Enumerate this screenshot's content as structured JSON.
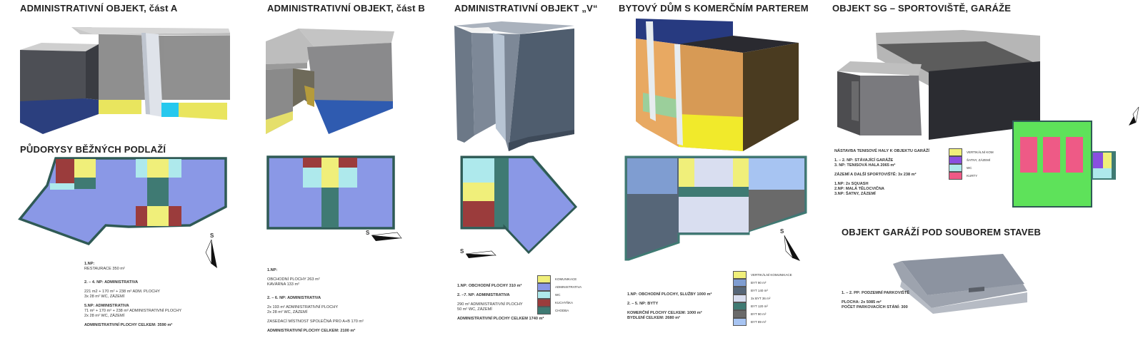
{
  "titles": {
    "a": "ADMINISTRATIVNÍ OBJEKT, část A",
    "b": "ADMINISTRATIVNÍ OBJEKT, část B",
    "v": "ADMINISTRATIVNÍ OBJEKT „V“",
    "bd": "BYTOVÝ DŮM S KOMERČNÍM PARTEREM",
    "sg": "OBJEKT SG – SPORTOVIŠTĚ, GARÁŽE",
    "floors": "PŮDORYSY BĚŽNÝCH PODLAŽÍ",
    "garage": "OBJEKT GARÁŽÍ POD SOUBOREM STAVEB"
  },
  "north": "S",
  "text_a": {
    "l1": "1.NP:",
    "l2": "RESTAURACE 350 m²",
    "l3": "2. – 4. NP: ADMINISTRATIVA",
    "l4": "221 m2 + 170 m² + 238 m² ADM. PLOCHY",
    "l5": "3x 28 m² WC, ZÁZEMÍ",
    "l6": "5.NP: ADMINISTRATIVA",
    "l7": "71 m² + 170 m² + 238 m² ADMINISTRATIVNÍ PLOCHY",
    "l8": "2x 28 m² WC, ZÁZEMÍ",
    "l9": "ADMINISTRATIVNÍ PLOCHY CELKEM: 3590 m²"
  },
  "text_b": {
    "l1": "1.NP:",
    "l2": "OBCHODNÍ PLOCHY 263 m²",
    "l3": "KAVÁRNA 133 m²",
    "l4": "2. – 6. NP: ADMINISTRATIVA",
    "l5": "2x 193 m² ADMINISTRATIVNÍ PLOCHY",
    "l6": "2x 28 m² WC, ZÁZEMÍ",
    "l7": "ZASEDACÍ MÍSTNOST SPOLEČNÁ PRO A+B 170 m²",
    "l8": "ADMINISTRATIVNÍ PLOCHY CELKEM: 2100 m²"
  },
  "text_v": {
    "l1": "1.NP: OBCHODNÍ PLOCHY 310 m²",
    "l2": "2. –7. NP: ADMINISTRATIVA",
    "l3": "290 m² ADMINISTRATIVNÍ PLOCHY",
    "l4": "50 m² WC, ZÁZEMÍ",
    "l5": "ADMINISTRATIVNÍ PLOCHY CELKEM 1740 m²"
  },
  "legend_v": [
    {
      "label": "KOMUNIKACE",
      "color": "#f0ef7a"
    },
    {
      "label": "ADMINISTRATIVA",
      "color": "#8a98e6"
    },
    {
      "label": "WC",
      "color": "#aee9ec"
    },
    {
      "label": "KUCHYŇKA",
      "color": "#9b3c3c"
    },
    {
      "label": "CHODBA",
      "color": "#3f7a73"
    }
  ],
  "text_bd": {
    "l1": "1.NP: OBCHODNÍ PLOCHY, SLUŽBY 1000 m²",
    "l2": "2. – 5. NP: BYTY",
    "l3": "KOMERČNÍ PLOCHY CELKEM: 1000 m²",
    "l4": "BYDLENÍ CELKEM: 2680 m²"
  },
  "legend_bd": [
    {
      "label": "VERTIKÁLNÍ KOMUNIKACE",
      "color": "#f0ef7a"
    },
    {
      "label": "BYT 90 m²",
      "color": "#7f9dd1"
    },
    {
      "label": "BYT 140 m²",
      "color": "#566678"
    },
    {
      "label": "3x BYT 36 m²",
      "color": "#d9def0"
    },
    {
      "label": "BYT 120 m²",
      "color": "#3f7a73"
    },
    {
      "label": "BYT 90 m²",
      "color": "#6a6a6a"
    },
    {
      "label": "BYT 89 m²",
      "color": "#a7c4f2"
    }
  ],
  "text_sg": {
    "l1": "NÁSTAVBA TENISOVÉ HALY K OBJEKTU GARÁŽÍ",
    "l2": "1. – 2. NP: STÁVAJÍCÍ GARÁŽE",
    "l3": "3. NP: TENISOVÁ HALA 2065 m²",
    "l4": "ZÁZEMÍ A DALŠÍ SPORTOVIŠTĚ: 3x 238 m²",
    "l5": "1.NP: 2x SQUASH",
    "l6": "2.NP: MALÁ TĚLOCVIČNA",
    "l7": "3.NP: ŠATNY, ZÁZEMÍ"
  },
  "legend_sg": [
    {
      "label": "VERTIKÁLNÍ KOM",
      "color": "#f0ef7a"
    },
    {
      "label": "ŠATNY, ZÁZEMÍ",
      "color": "#8a4fe0"
    },
    {
      "label": "WC",
      "color": "#aee9ec"
    },
    {
      "label": "KURTY",
      "color": "#ee5a86"
    }
  ],
  "text_gar": {
    "l1": "1. – 2. PP: PODZEMNÍ PARKOVIŠTĚ",
    "l2": "PLOCHA: 2x 5085 m²",
    "l3": "POČET PARKOVACÍCH STÁNÍ: 300"
  },
  "colors": {
    "komunikace": "#f0ef7a",
    "administrativa": "#8a98e6",
    "wc": "#aee9ec",
    "kuchynka": "#9b3c3c",
    "chodba": "#3f7a73",
    "outline": "#2f5a55",
    "sport_green": "#5ee25a",
    "kurty": "#ee5a86"
  }
}
